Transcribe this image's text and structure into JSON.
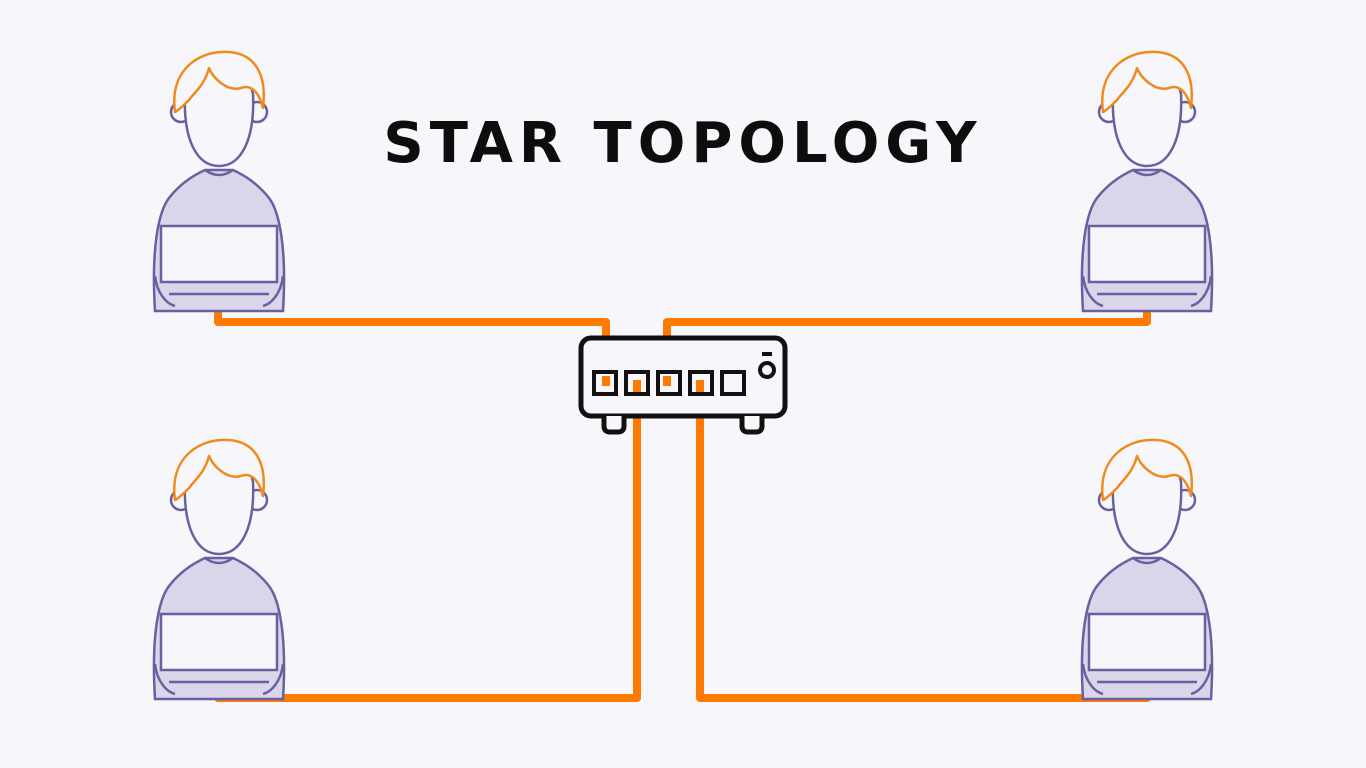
{
  "diagram": {
    "title": "STAR TOPOLOGY",
    "hub": {
      "icon": "network-switch-icon",
      "ports": 5
    },
    "nodes": [
      {
        "id": "top-left",
        "icon": "user-with-laptop-icon"
      },
      {
        "id": "top-right",
        "icon": "user-with-laptop-icon"
      },
      {
        "id": "bottom-left",
        "icon": "user-with-laptop-icon"
      },
      {
        "id": "bottom-right",
        "icon": "user-with-laptop-icon"
      }
    ],
    "links": [
      {
        "from": "top-left",
        "to": "hub"
      },
      {
        "from": "top-right",
        "to": "hub"
      },
      {
        "from": "bottom-left",
        "to": "hub"
      },
      {
        "from": "bottom-right",
        "to": "hub"
      }
    ]
  },
  "colors": {
    "background": "#f7f7fb",
    "cable": "#ff7a00",
    "hair": "#f08a1c",
    "person_fill": "#d9d6ea",
    "person_stroke": "#6a5fa0",
    "switch_stroke": "#111111",
    "title": "#0d0d0d"
  }
}
